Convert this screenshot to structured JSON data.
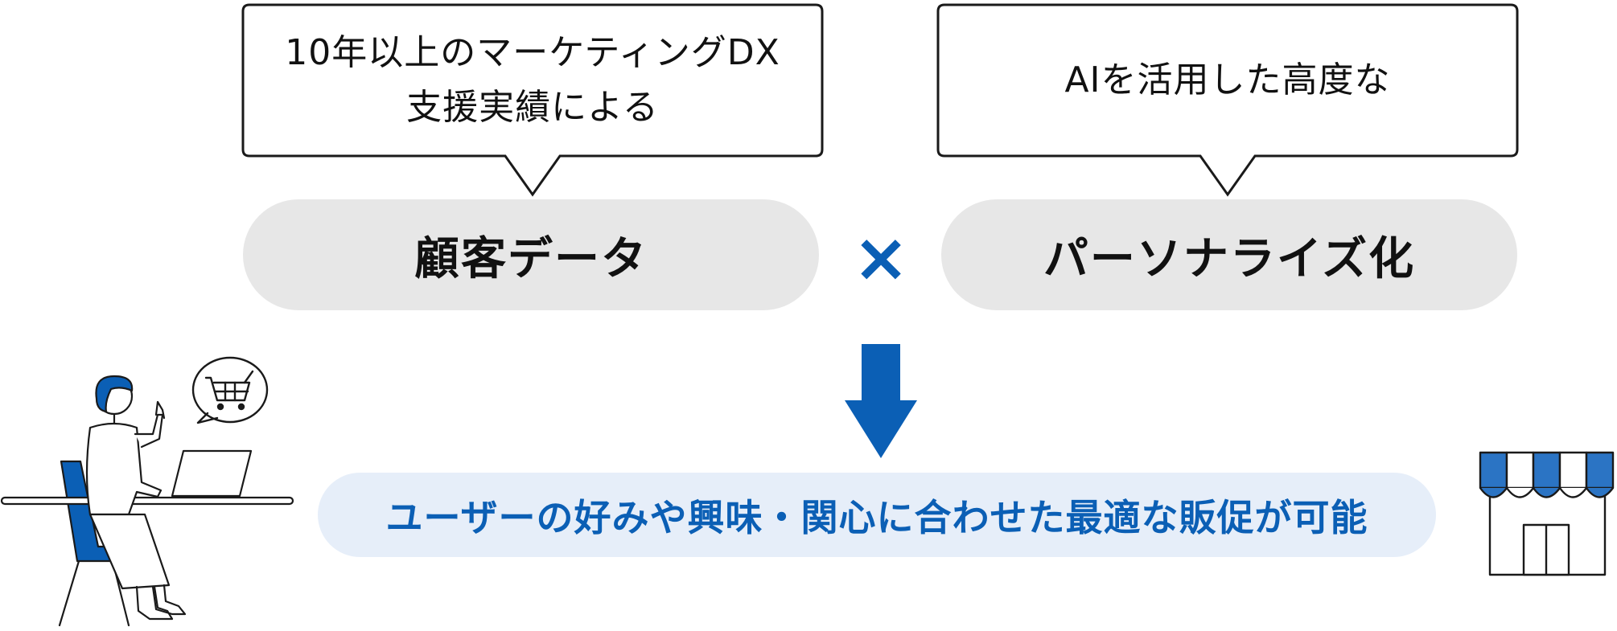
{
  "bubbles": {
    "left_line1": "10年以上のマーケティングDX",
    "left_line2": "支援実績による",
    "right_line1": "AIを活用した高度な"
  },
  "pills": {
    "left": "顧客データ",
    "right": "パーソナライズ化"
  },
  "operator": "×",
  "result_text": "ユーザーの好みや興味・関心に合わせた最適な販促が可能",
  "colors": {
    "accent_blue": "#0b5fb5",
    "pill_grey": "#e7e7e7",
    "result_bg": "#e6eef9",
    "outline": "#1a1a1a"
  },
  "icons": {
    "arrow": "down-arrow-icon",
    "person": "person-at-laptop-icon",
    "cart": "shopping-cart-icon",
    "store": "storefront-icon"
  }
}
